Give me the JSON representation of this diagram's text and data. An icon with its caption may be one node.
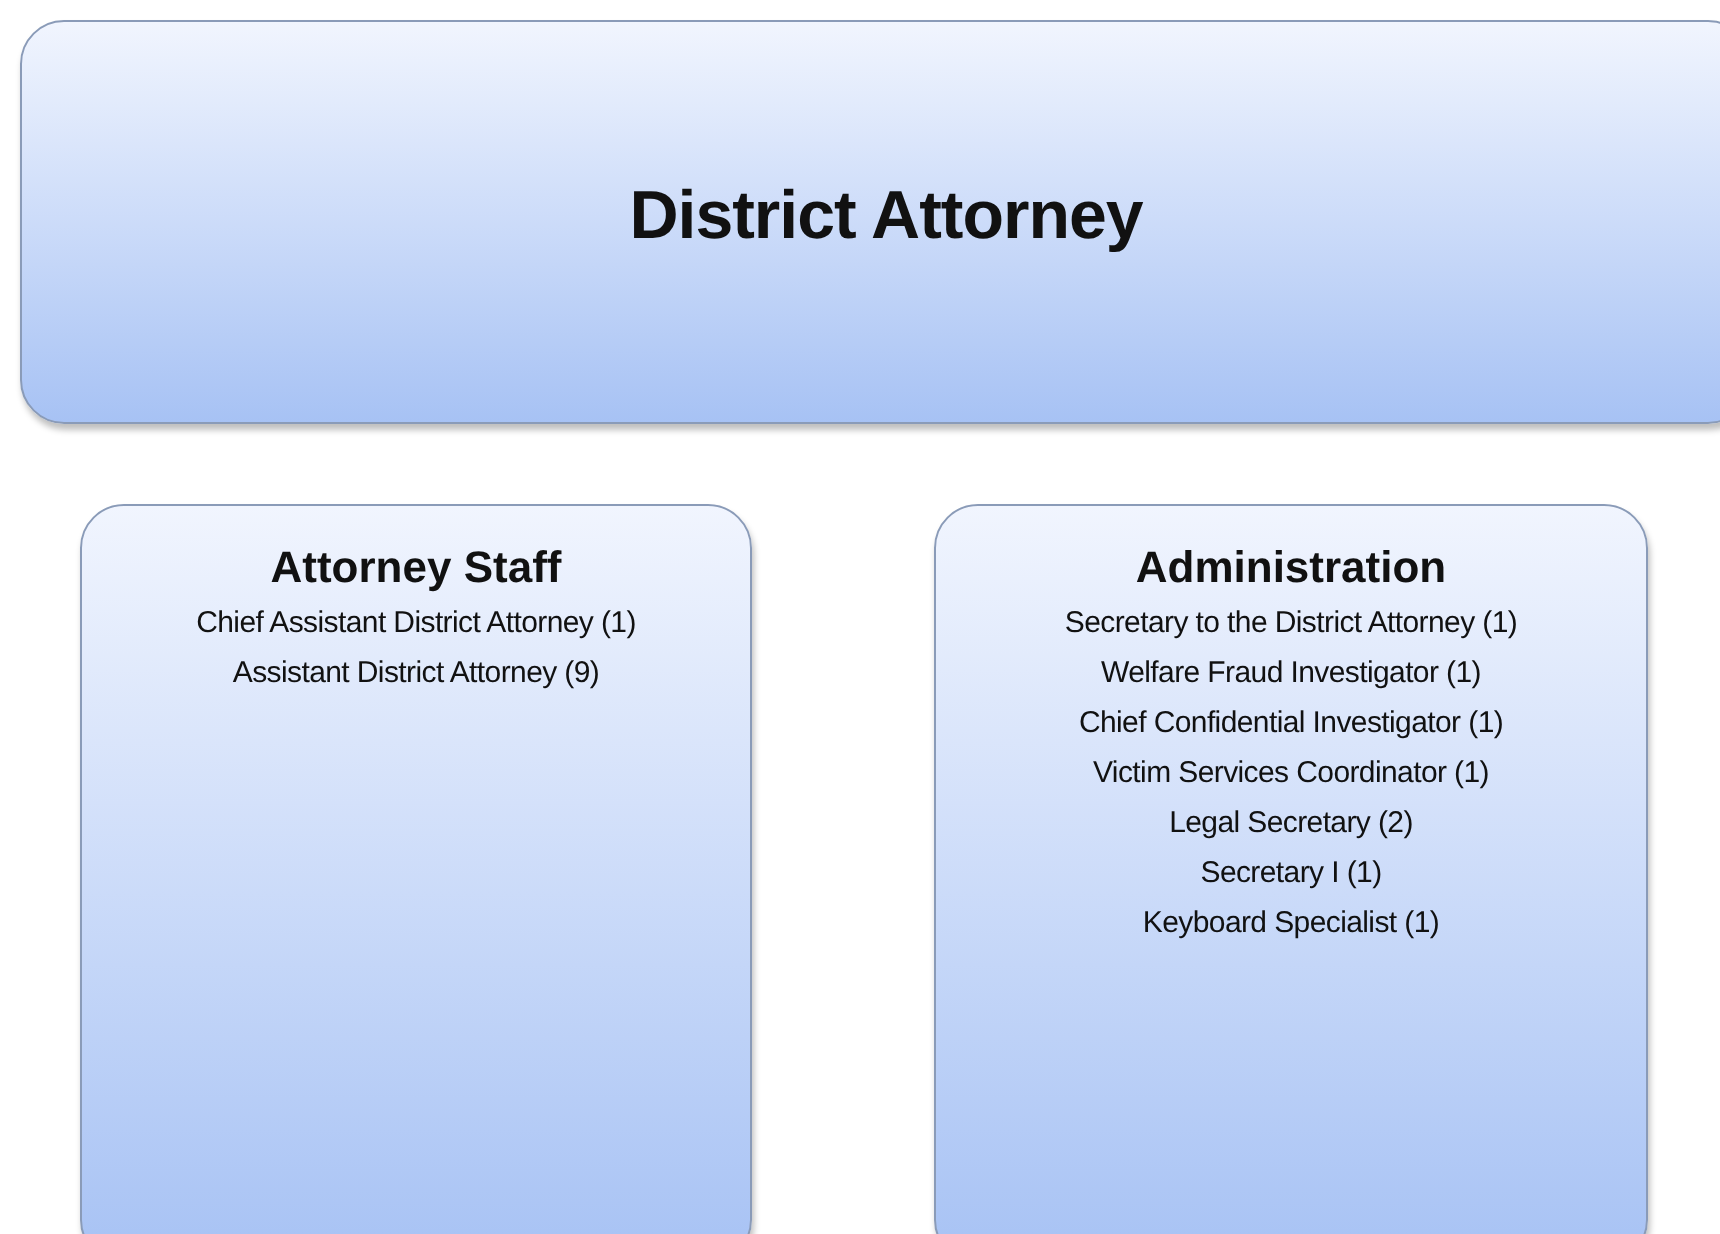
{
  "diagram": {
    "nodes": [
      {
        "text": [
          "District Attorney"
        ]
      },
      {
        "text": [
          "Attorney Staff",
          "Chief Assistant District Attorney (1)",
          "Assistant District Attorney (9)"
        ]
      },
      {
        "text": [
          "Administration",
          "Secretary to the District Attorney (1)",
          "Welfare Fraud Investigator (1)",
          "Chief Confidential Investigator (1)",
          "Victim Services Coordinator (1)",
          "Legal Secretary (2)",
          "Secretary I (1)",
          "Keyboard Specialist (1)"
        ]
      }
    ]
  }
}
